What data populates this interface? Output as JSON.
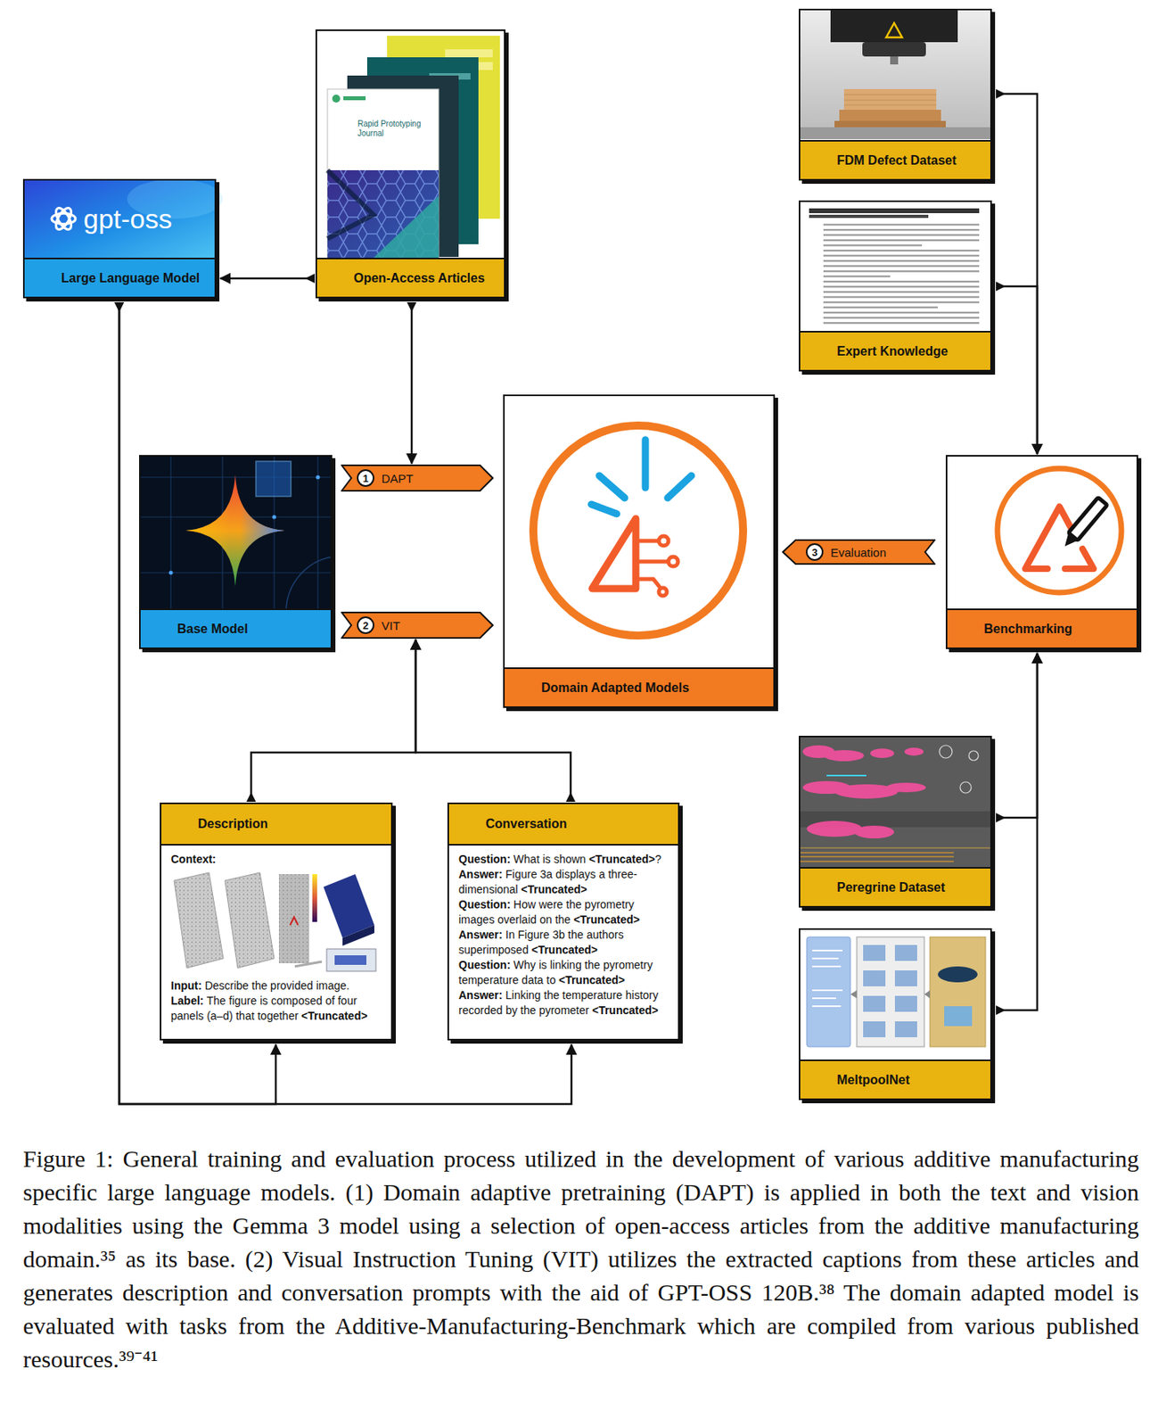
{
  "diagram": {
    "caption": "Figure 1: General training and evaluation process utilized in the development of various additive manufacturing specific large language models. (1) Domain adaptive pretraining (DAPT) is applied in both the text and vision modalities using the Gemma 3 model using a selection of open-access articles from the additive manufacturing domain.³⁵ as its base. (2) Visual Instruction Tuning (VIT) utilizes the extracted captions from these articles and generates description and conversation prompts with the aid of GPT-OSS 120B.³⁸ The domain adapted model is evaluated with tasks from the Additive-Manufacturing-Benchmark which are compiled from various published resources.³⁹⁻⁴¹",
    "nodes": [
      {
        "text": [
          "gpt-oss",
          "Large Language Model"
        ]
      },
      {
        "text": [
          "Open-Access Articles"
        ]
      },
      {
        "text": [
          "FDM Defect Dataset"
        ]
      },
      {
        "text": [
          "Expert Knowledge"
        ]
      },
      {
        "text": [
          "Base Model"
        ]
      },
      {
        "text": [
          "1",
          "DAPT"
        ]
      },
      {
        "text": [
          "2",
          "VIT"
        ]
      },
      {
        "text": [
          "Domain Adapted Models"
        ]
      },
      {
        "text": [
          "3",
          "Evaluation"
        ]
      },
      {
        "text": [
          "Benchmarking"
        ]
      },
      {
        "text": [
          "Description",
          "Context:",
          "Input:",
          "Describe the provided image.",
          "Label:",
          "The figure is composed of four panels (a–d) that together",
          "<Truncated>"
        ]
      },
      {
        "text": [
          "Conversation",
          "Question:",
          "What is shown",
          "<Truncated>",
          "?",
          "Answer:",
          "Figure 3a displays a three-dimensional",
          "<Truncated>",
          "Question:",
          "How were the pyrometry images overlaid on the",
          "<Truncated>",
          "Answer:",
          "In Figure 3b the authors superimposed",
          "<Truncated>",
          "Question:",
          "Why is linking the pyrometry temperature data to",
          "<Truncated>",
          "Answer:",
          "Linking the temperature history recorded by the pyrometer",
          "<Truncated>"
        ]
      },
      {
        "text": [
          "Peregrine Dataset"
        ]
      },
      {
        "text": [
          "MeltpoolNet"
        ]
      }
    ],
    "edges": [
      {
        "from": 1,
        "to": 0,
        "arrow": "to"
      },
      {
        "from": 1,
        "to": 5,
        "arrow": "to"
      },
      {
        "from": 0,
        "to": 10,
        "arrow": "to"
      },
      {
        "from": 0,
        "to": 11,
        "arrow": "to"
      },
      {
        "from": 10,
        "to": 6,
        "arrow": "to"
      },
      {
        "from": 11,
        "to": 6,
        "arrow": "to"
      },
      {
        "from": 2,
        "to": 9,
        "arrow": "to"
      },
      {
        "from": 3,
        "to": 9,
        "arrow": "to"
      },
      {
        "from": 12,
        "to": 9,
        "arrow": "to"
      },
      {
        "from": 13,
        "to": 9,
        "arrow": "to"
      }
    ],
    "labels": [
      "Rapid Prototyping Journal"
    ]
  }
}
